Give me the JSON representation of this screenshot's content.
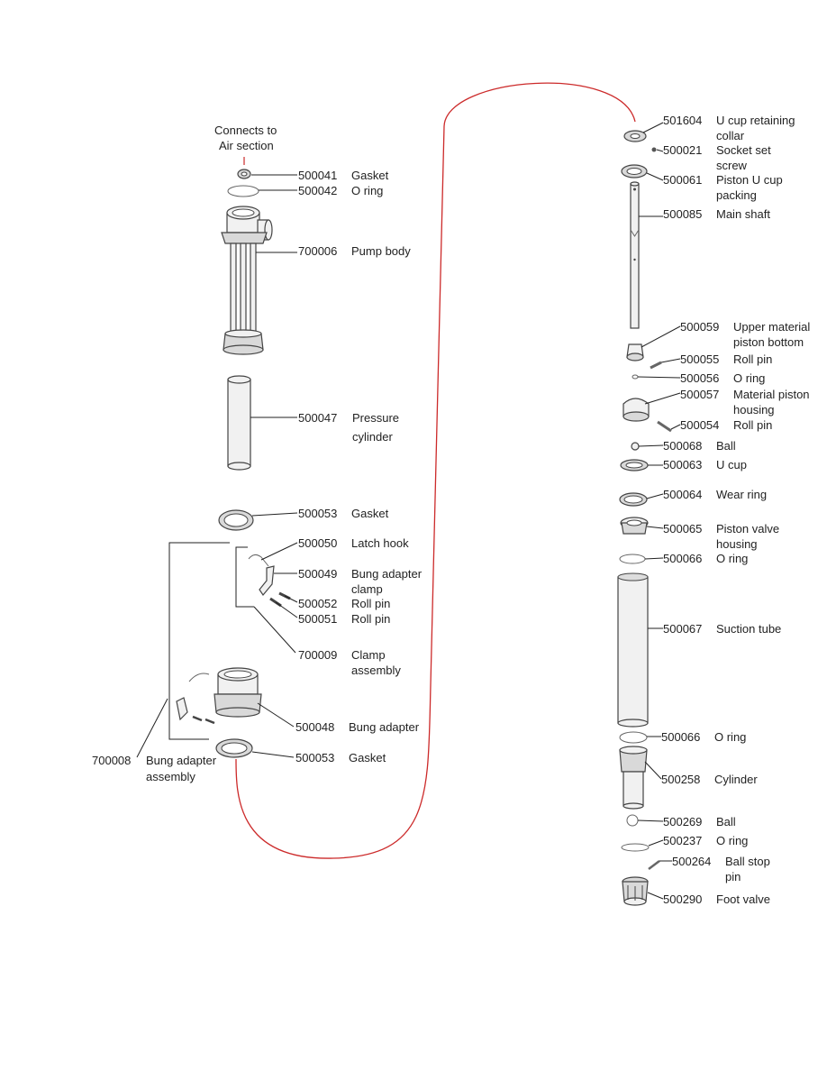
{
  "connects_note": [
    "Connects to",
    "Air section"
  ],
  "colors": {
    "connector_curve": "#cc2a2a",
    "line": "#222222"
  },
  "left_parts": [
    {
      "num": "500041",
      "name": [
        "Gasket"
      ]
    },
    {
      "num": "500042",
      "name": [
        "O ring"
      ]
    },
    {
      "num": "700006",
      "name": [
        "Pump body"
      ]
    },
    {
      "num": "500047",
      "name": [
        "Pressure",
        "cylinder"
      ]
    },
    {
      "num": "500053",
      "name": [
        "Gasket"
      ]
    },
    {
      "num": "500050",
      "name": [
        "Latch hook"
      ]
    },
    {
      "num": "500049",
      "name": [
        "Bung adapter",
        "clamp"
      ]
    },
    {
      "num": "500052",
      "name": [
        "Roll pin"
      ]
    },
    {
      "num": "500051",
      "name": [
        "Roll pin"
      ]
    },
    {
      "num": "700009",
      "name": [
        "Clamp",
        "assembly"
      ]
    },
    {
      "num": "500048",
      "name": [
        "Bung adapter"
      ]
    },
    {
      "num": "500053",
      "name": [
        "Gasket"
      ]
    }
  ],
  "assembly": {
    "num": "700008",
    "name": [
      "Bung adapter",
      "assembly"
    ]
  },
  "right_parts": [
    {
      "num": "501604",
      "name": [
        "U cup retaining",
        "collar"
      ]
    },
    {
      "num": "500021",
      "name": [
        "Socket set",
        "screw"
      ]
    },
    {
      "num": "500061",
      "name": [
        "Piston U cup",
        "packing"
      ]
    },
    {
      "num": "500085",
      "name": [
        "Main shaft"
      ]
    },
    {
      "num": "500059",
      "name": [
        "Upper material",
        "piston bottom"
      ]
    },
    {
      "num": "500055",
      "name": [
        "Roll pin"
      ]
    },
    {
      "num": "500056",
      "name": [
        "O ring"
      ]
    },
    {
      "num": "500057",
      "name": [
        "Material piston",
        "housing"
      ]
    },
    {
      "num": "500054",
      "name": [
        "Roll pin"
      ]
    },
    {
      "num": "500068",
      "name": [
        "Ball"
      ]
    },
    {
      "num": "500063",
      "name": [
        "U cup"
      ]
    },
    {
      "num": "500064",
      "name": [
        "Wear ring"
      ]
    },
    {
      "num": "500065",
      "name": [
        "Piston valve",
        "housing"
      ]
    },
    {
      "num": "500066",
      "name": [
        "O ring"
      ]
    },
    {
      "num": "500067",
      "name": [
        "Suction tube"
      ]
    },
    {
      "num": "500066",
      "name": [
        "O ring"
      ]
    },
    {
      "num": "500258",
      "name": [
        "Cylinder"
      ]
    },
    {
      "num": "500269",
      "name": [
        "Ball"
      ]
    },
    {
      "num": "500237",
      "name": [
        "O ring"
      ]
    },
    {
      "num": "500264",
      "name": [
        "Ball stop",
        "pin"
      ]
    },
    {
      "num": "500290",
      "name": [
        "Foot valve"
      ]
    }
  ]
}
